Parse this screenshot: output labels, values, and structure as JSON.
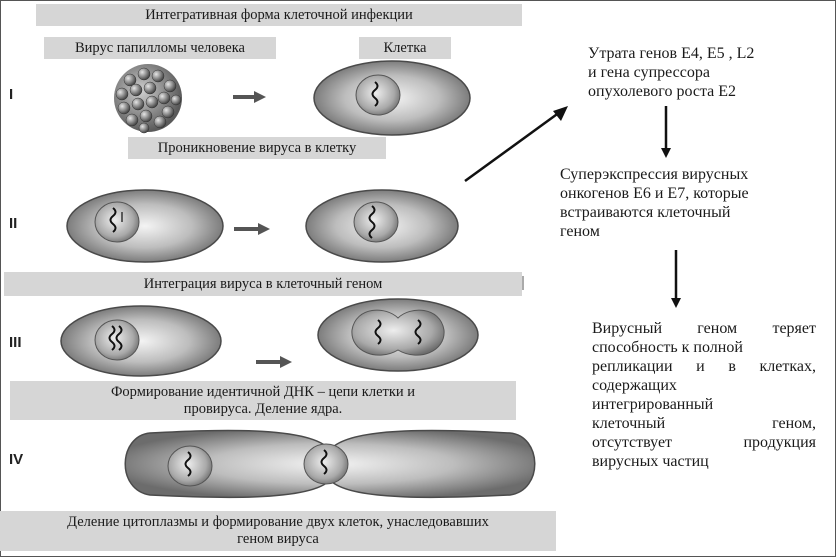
{
  "diagram": {
    "title": "Интегративная форма клеточной инфекции",
    "virus_label": "Вирус папилломы человека",
    "cell_label": "Клетка",
    "stages": [
      {
        "numeral": "I",
        "caption": "Проникновение вируса в клетку"
      },
      {
        "numeral": "II",
        "caption": "Интеграция вируса в клеточный геном"
      },
      {
        "numeral": "III",
        "caption_line1": "Формирование идентичной ДНК – цепи клетки и",
        "caption_line2": "провируса. Деление ядра."
      },
      {
        "numeral": "IV",
        "caption_line1": "Деление цитоплазмы и формирование двух клеток, унаследовавших",
        "caption_line2": "геном вируса"
      }
    ]
  },
  "right_panel": {
    "block1": [
      "Утрата генов  Е4, Е5 , L2",
      "и гена супрессора",
      "опухолевого роста Е2"
    ],
    "block2": [
      "Суперэкспрессия вирусных",
      "онкогенов Е6 и Е7, которые",
      "встраиваются  клеточный",
      "геном"
    ],
    "block3": [
      "Вирусный геном теряет",
      "способность к полной",
      "репликации и в клетках,",
      "содержащих",
      "интегрированный",
      "клеточный геном,",
      "отсутствует продукция",
      "вирусных частиц"
    ]
  },
  "colors": {
    "caption_bg": "#d6d6d6",
    "cell_edge": "#4a4a4a",
    "arrow": "#111111"
  }
}
